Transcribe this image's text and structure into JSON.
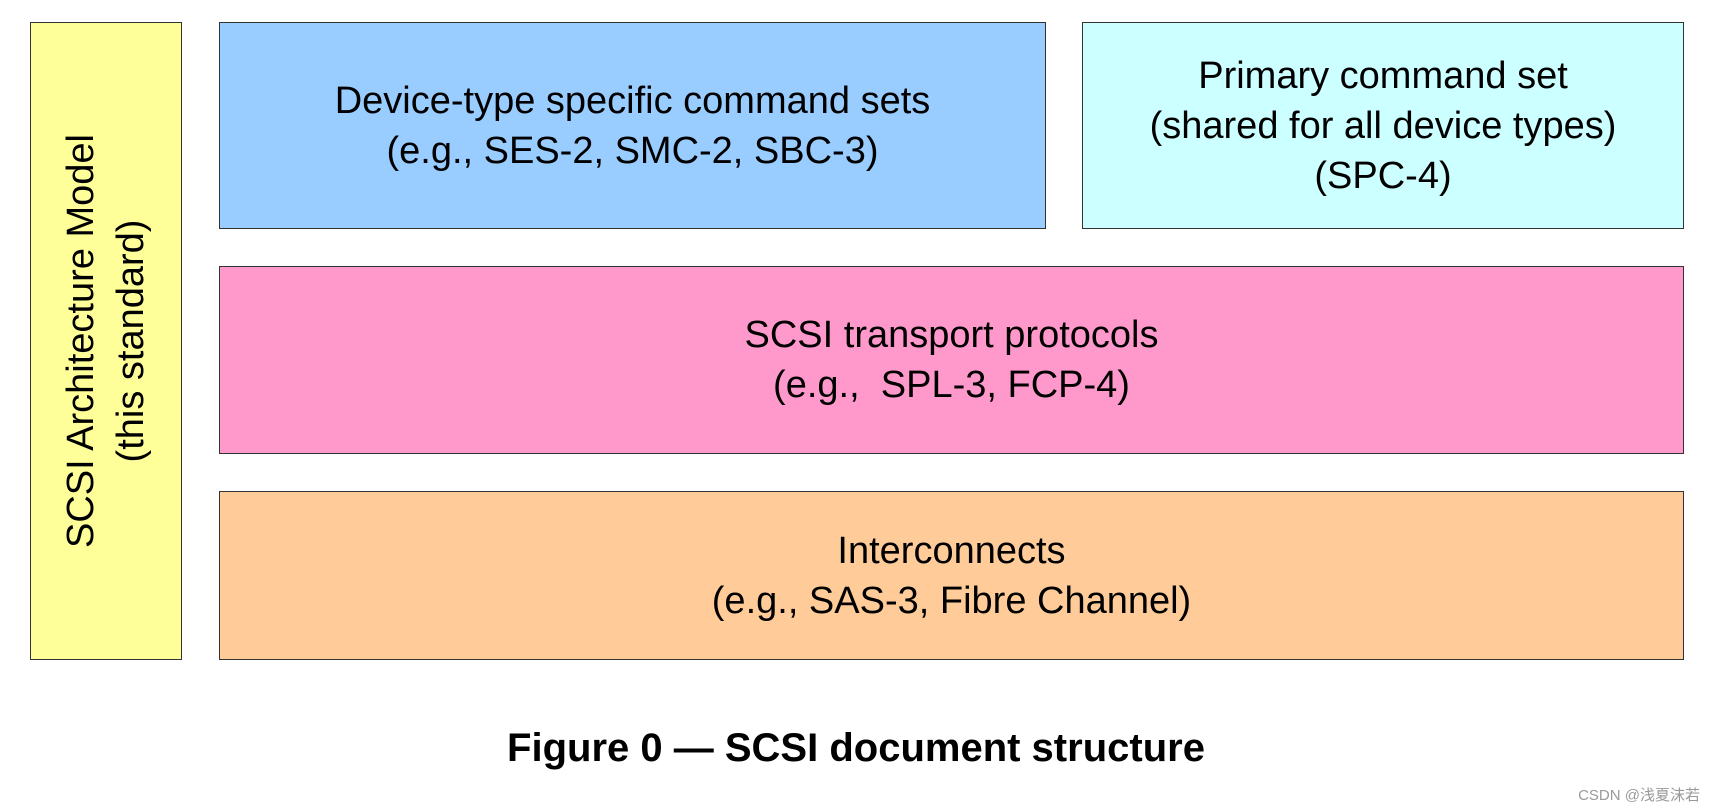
{
  "diagram": {
    "architecture_model": {
      "line1": "SCSI Architecture Model",
      "line2": "(this standard)",
      "color": "#FFFF99"
    },
    "device_type": {
      "line1": "Device-type specific command sets",
      "line2": "(e.g., SES-2, SMC-2, SBC-3)",
      "color": "#99CCFF"
    },
    "primary_command": {
      "line1": "Primary command set",
      "line2": "(shared for all device types)",
      "line3": "(SPC-4)",
      "color": "#CCFFFF"
    },
    "transport": {
      "line1": "SCSI transport protocols",
      "line2": "(e.g.,  SPL-3, FCP-4)",
      "color": "#FF99CC"
    },
    "interconnects": {
      "line1": "Interconnects",
      "line2": "(e.g., SAS-3, Fibre Channel)",
      "color": "#FFCC99"
    }
  },
  "caption": "Figure 0 — SCSI document structure",
  "watermark": "CSDN @浅夏沫若"
}
